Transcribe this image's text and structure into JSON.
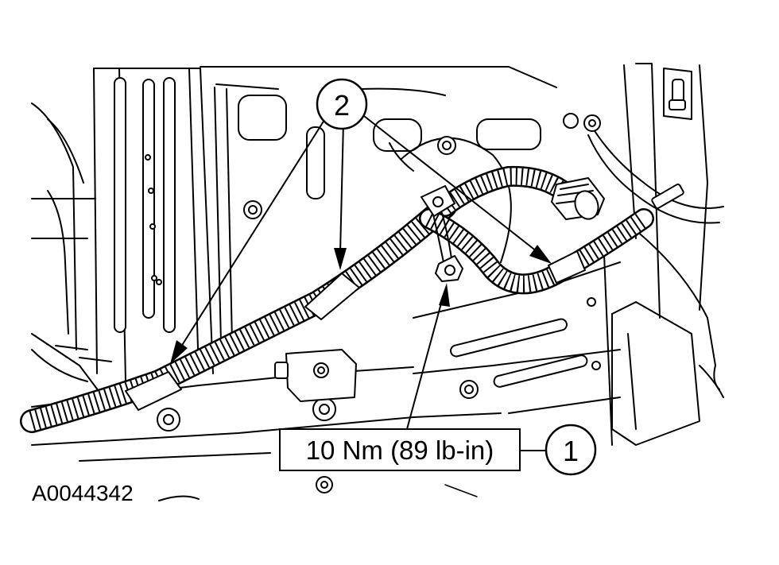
{
  "figure": {
    "id_label": "A0044342",
    "background": "#ffffff",
    "ink": "#000000"
  },
  "callouts": [
    {
      "number": "1"
    },
    {
      "number": "2"
    }
  ],
  "torque_spec": "10 Nm (89 lb-in)",
  "icons": [
    "harness-clip-icon",
    "ground-bolt-icon",
    "connector-icon",
    "arrow-icon"
  ]
}
